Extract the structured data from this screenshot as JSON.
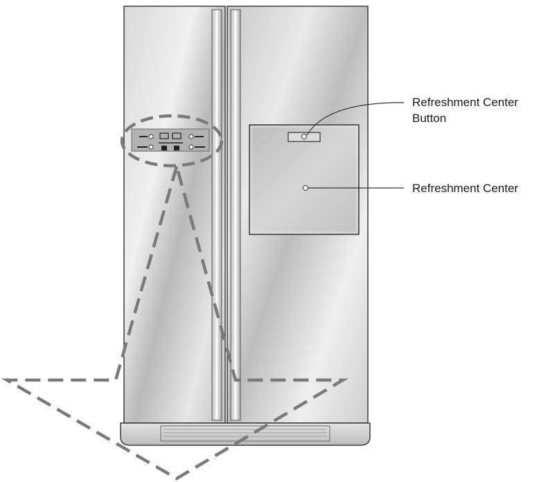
{
  "callouts": {
    "refreshment_center_button": {
      "line1": "Refreshment Center",
      "line2": "Button"
    },
    "refreshment_center": {
      "label": "Refreshment Center"
    }
  },
  "colors": {
    "outline": "#3a3a3a",
    "dash": "#7a7a7a",
    "steel_light": "#eeeeee",
    "steel_mid": "#c8c8c8",
    "steel_dark": "#a9a9a9"
  }
}
